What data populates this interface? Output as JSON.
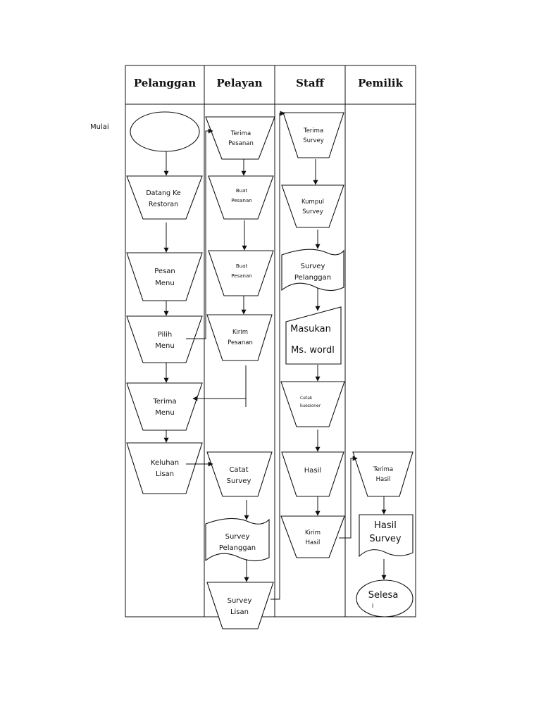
{
  "lanes": {
    "pelanggan": "Pelanggan",
    "pelayan": "Pelayan",
    "staff": "Staff",
    "pemilik": "Pemilik"
  },
  "side_label": "Mulai",
  "nodes": {
    "datang": [
      "Datang Ke",
      "Restoran"
    ],
    "pesan_menu": [
      "Pesan",
      "Menu"
    ],
    "pilih_menu": [
      "Pilih",
      "Menu"
    ],
    "terima_menu": [
      "Terima",
      "Menu"
    ],
    "keluhan_lisan": [
      "Keluhan",
      "Lisan"
    ],
    "terima_pesanan": [
      "Terima",
      "Pesanan"
    ],
    "buat_pesanan_1": [
      "Buat",
      "Pesanan"
    ],
    "buat_pesanan_2": [
      "Buat",
      "Pesanan"
    ],
    "kirim_pesanan": [
      "Kirim",
      "Pesanan"
    ],
    "catat_survey": [
      "Catat",
      "Survey"
    ],
    "survey_pelanggan_pelayan": [
      "Survey",
      "Pelanggan"
    ],
    "survey_lisan": [
      "Survey",
      "Lisan"
    ],
    "terima_survey": [
      "Terima",
      "Survey"
    ],
    "kumpul_survey": [
      "Kumpul",
      "Survey"
    ],
    "survey_pelanggan_staff": [
      "Survey",
      "Pelanggan"
    ],
    "masukan": [
      "Masukan",
      "Ms. wordl"
    ],
    "cetak_kuesioner": [
      "Cetak",
      "kuesioner"
    ],
    "hasil": [
      "Hasil"
    ],
    "kirim_hasil": [
      "Kirim",
      "Hasil"
    ],
    "terima_hasil": [
      "Terima",
      "Hasil"
    ],
    "hasil_survey": [
      "Hasil",
      "Survey"
    ],
    "selesai": [
      "Selesa",
      "i"
    ]
  }
}
